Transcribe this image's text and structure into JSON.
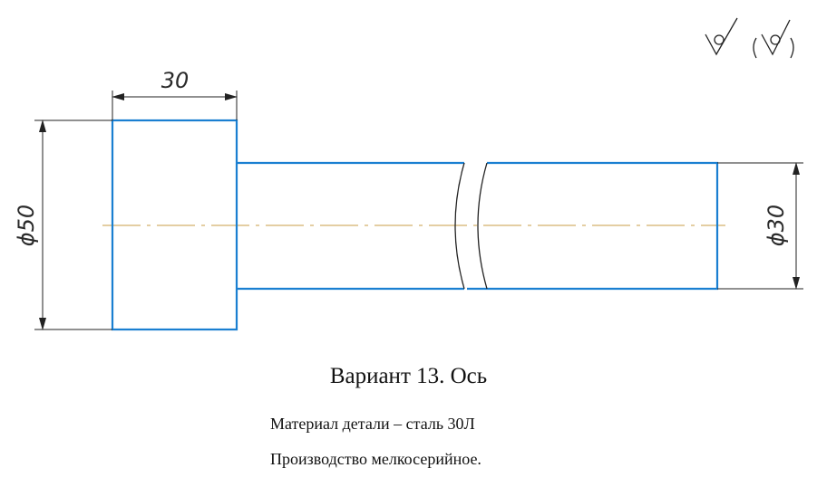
{
  "drawing": {
    "dimensions": {
      "length_head": "30",
      "diameter_head": "ϕ50",
      "diameter_shaft": "ϕ30"
    },
    "colors": {
      "outline": "#1a7fd1",
      "centerline": "#d4b06a",
      "dimension": "#222222"
    }
  },
  "caption": {
    "title": "Вариант 13. Ось",
    "material": "Материал детали – сталь 30Л",
    "production": "Производство мелкосерийное."
  }
}
